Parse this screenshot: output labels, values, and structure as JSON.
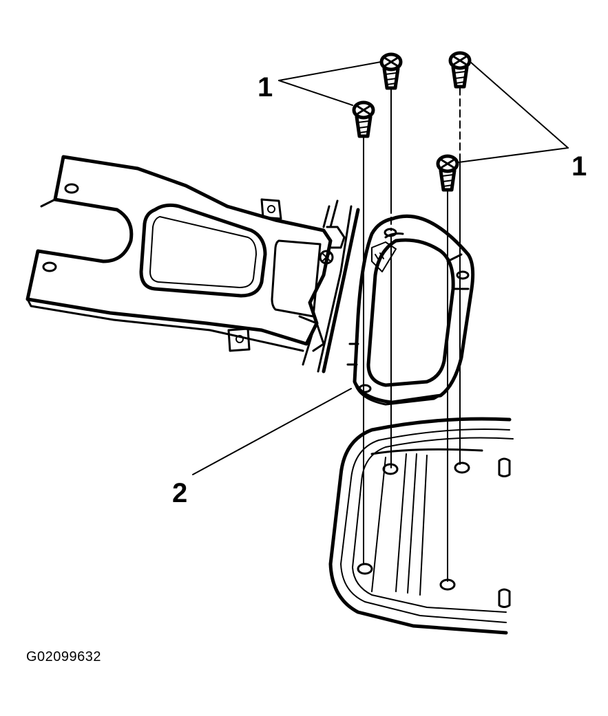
{
  "callouts": {
    "screws_label": "1",
    "screws_label_right": "1",
    "bracket_label": "2"
  },
  "figure_id": "G02099632",
  "colors": {
    "ink": "#000000",
    "paper": "#ffffff"
  }
}
